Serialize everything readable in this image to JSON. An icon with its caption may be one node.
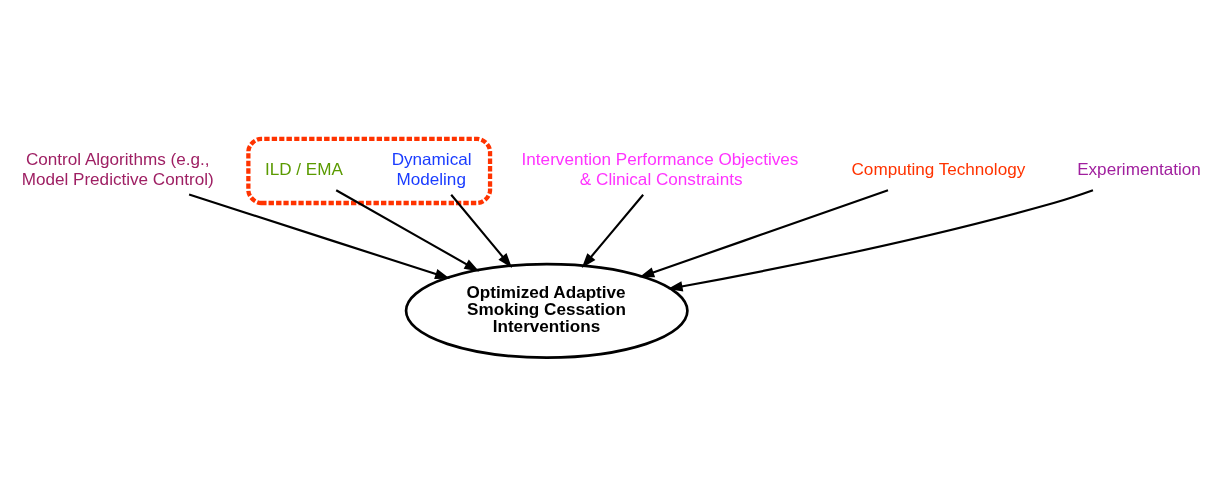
{
  "diagram": {
    "nodes": [
      {
        "text": [
          "Control Algorithms (e.g., Model Predictive Control)"
        ]
      },
      {
        "text": [],
        "shape": "ellipse"
      },
      {
        "text": [
          "Dynamical Modeling"
        ],
        "in": 1
      },
      {
        "text": [
          "Intervention Performance Objectives & Clinical Constraints"
        ]
      },
      {
        "text": [
          "ILD / EMA"
        ],
        "in": 1
      },
      {
        "text": [
          "Computing Technology"
        ]
      },
      {
        "text": [
          "Experimentation"
        ]
      },
      {
        "text": [
          "Optimized Adaptive Smoking Cessation Interventions"
        ]
      }
    ],
    "edges": [
      {
        "from": 5,
        "to": 7,
        "arrow": "to"
      },
      {
        "from": 3,
        "to": 7,
        "arrow": "to"
      },
      {
        "from": 0,
        "to": 7,
        "arrow": "to"
      },
      {
        "from": 2,
        "to": 7,
        "arrow": "to"
      },
      {
        "from": 4,
        "to": 7,
        "arrow": "to"
      },
      {
        "from": 6,
        "to": 7,
        "arrow": "to"
      }
    ]
  }
}
